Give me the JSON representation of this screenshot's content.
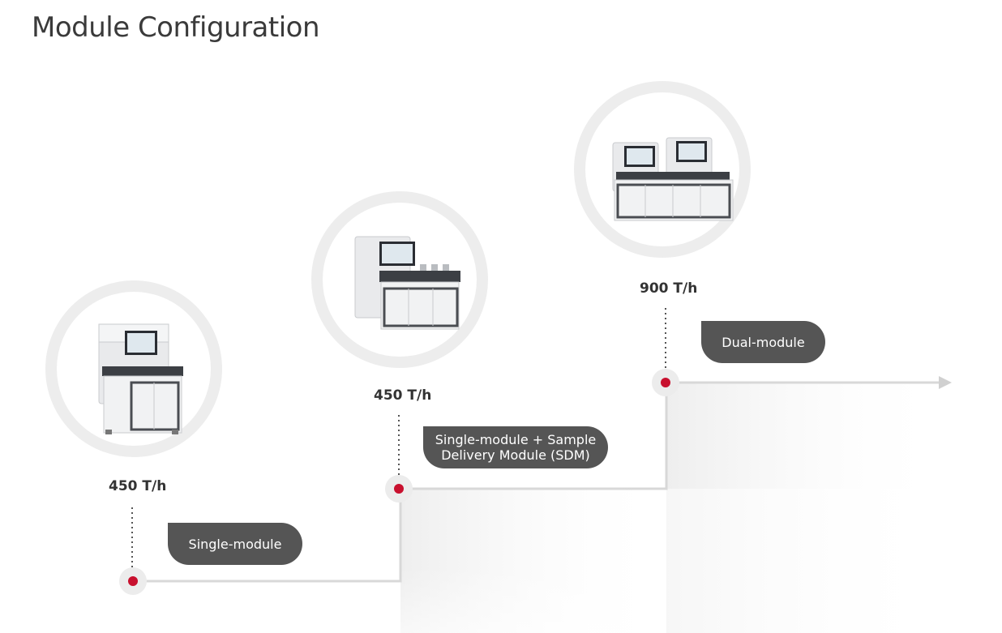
{
  "title": "Module Configuration",
  "colors": {
    "accent_dot": "#c8102e",
    "pill_bg": "#555555",
    "line": "#d8d8d8",
    "circle_ring": "#ededed"
  },
  "steps": [
    {
      "throughput": "450 T/h",
      "label_lines": [
        "Single-module"
      ],
      "image": "single-module-analyzer"
    },
    {
      "throughput": "450 T/h",
      "label_lines": [
        "Single-module + Sample",
        "Delivery Module (SDM)"
      ],
      "image": "single-module-with-sdm-analyzer"
    },
    {
      "throughput": "900 T/h",
      "label_lines": [
        "Dual-module"
      ],
      "image": "dual-module-analyzer"
    }
  ]
}
